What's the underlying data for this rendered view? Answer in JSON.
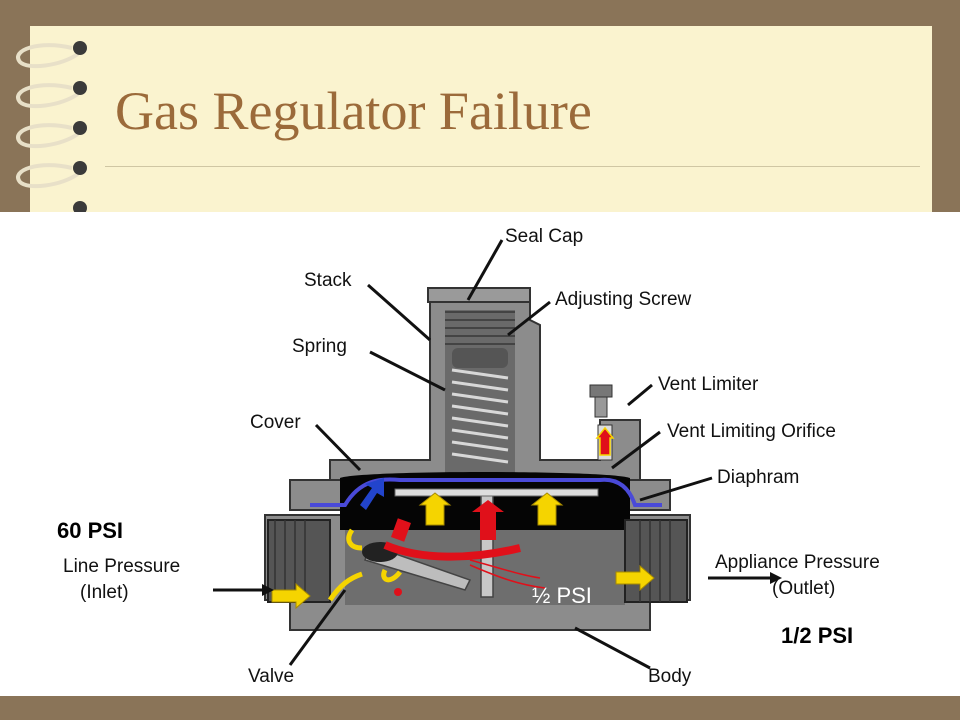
{
  "slide": {
    "title": "Gas Regulator Failure"
  },
  "diagram": {
    "labels": {
      "seal_cap": "Seal Cap",
      "stack": "Stack",
      "adjusting_screw": "Adjusting Screw",
      "spring": "Spring",
      "vent_limiter": "Vent Limiter",
      "cover": "Cover",
      "vent_limiting_orifice": "Vent Limiting Orifice",
      "diaphram": "Diaphram",
      "line_pressure_1": "Line Pressure",
      "line_pressure_2": "(Inlet)",
      "appliance_pressure_1": "Appliance Pressure",
      "appliance_pressure_2": "(Outlet)",
      "valve": "Valve",
      "body": "Body"
    },
    "pressures": {
      "inlet": "60 PSI",
      "outlet": "1/2 PSI",
      "inside": "½ PSI"
    }
  },
  "colors": {
    "background_frame": "#8a7458",
    "page": "#faf3cf",
    "title": "#9b6a3a",
    "body_gray": "#8c8c8c",
    "chamber": "#050505",
    "diaphragm": "#4a4ad8",
    "arrow_yellow": "#f5d400",
    "arrow_red": "#e0101a"
  }
}
